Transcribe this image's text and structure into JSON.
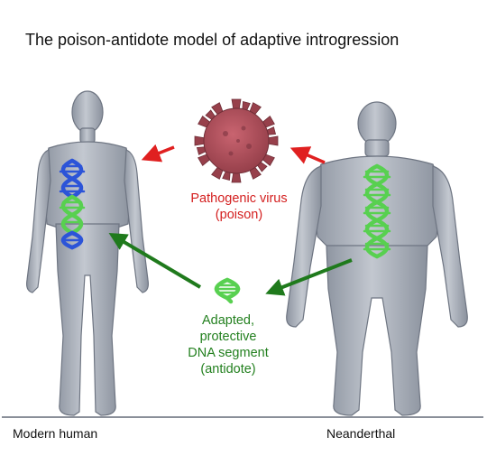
{
  "title": "The poison-antidote model of adaptive introgression",
  "virus": {
    "line1": "Pathogenic virus",
    "line2": "(poison)"
  },
  "antidote": {
    "line1": "Adapted,",
    "line2": "protective",
    "line3": "DNA segment",
    "line4": "(antidote)"
  },
  "figures": {
    "modern_human": "Modern human",
    "neanderthal": "Neanderthal"
  },
  "colors": {
    "virus": "#b04b58",
    "virus_text": "#d42020",
    "red_arrow": "#e02020",
    "dna_green": "#58d050",
    "dna_blue": "#2c54d8",
    "green_arrow": "#1f7a1c",
    "body": "#aab0bb"
  }
}
